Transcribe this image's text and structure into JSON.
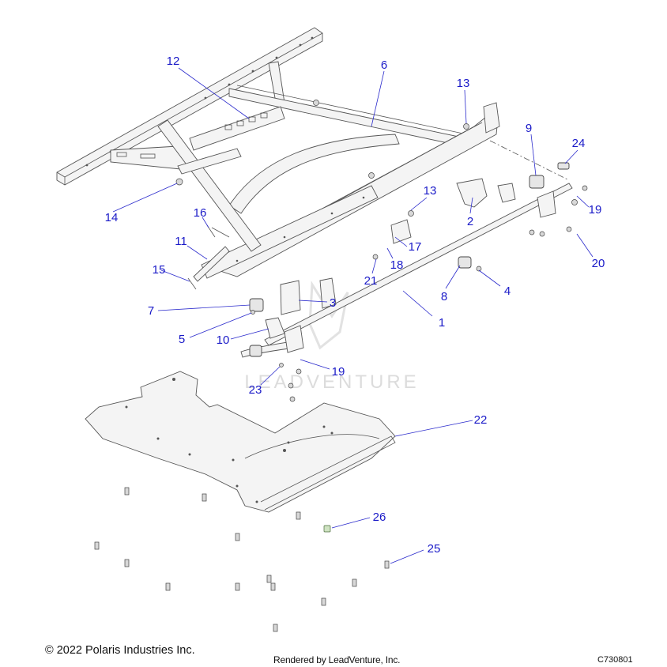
{
  "watermark": "LEADVENTURE",
  "callouts": [
    {
      "label": "1"
    },
    {
      "label": "2"
    },
    {
      "label": "3"
    },
    {
      "label": "4"
    },
    {
      "label": "5"
    },
    {
      "label": "6"
    },
    {
      "label": "7"
    },
    {
      "label": "8"
    },
    {
      "label": "9"
    },
    {
      "label": "10"
    },
    {
      "label": "11"
    },
    {
      "label": "12"
    },
    {
      "label": "13"
    },
    {
      "label": "13"
    },
    {
      "label": "14"
    },
    {
      "label": "15"
    },
    {
      "label": "16"
    },
    {
      "label": "17"
    },
    {
      "label": "18"
    },
    {
      "label": "19"
    },
    {
      "label": "19"
    },
    {
      "label": "20"
    },
    {
      "label": "21"
    },
    {
      "label": "22"
    },
    {
      "label": "23"
    },
    {
      "label": "24"
    },
    {
      "label": "25"
    },
    {
      "label": "26"
    }
  ],
  "footer": {
    "copyright": "© 2022 Polaris Industries Inc.",
    "rendered_by": "Rendered by LeadVenture, Inc.",
    "code": "C730801"
  }
}
